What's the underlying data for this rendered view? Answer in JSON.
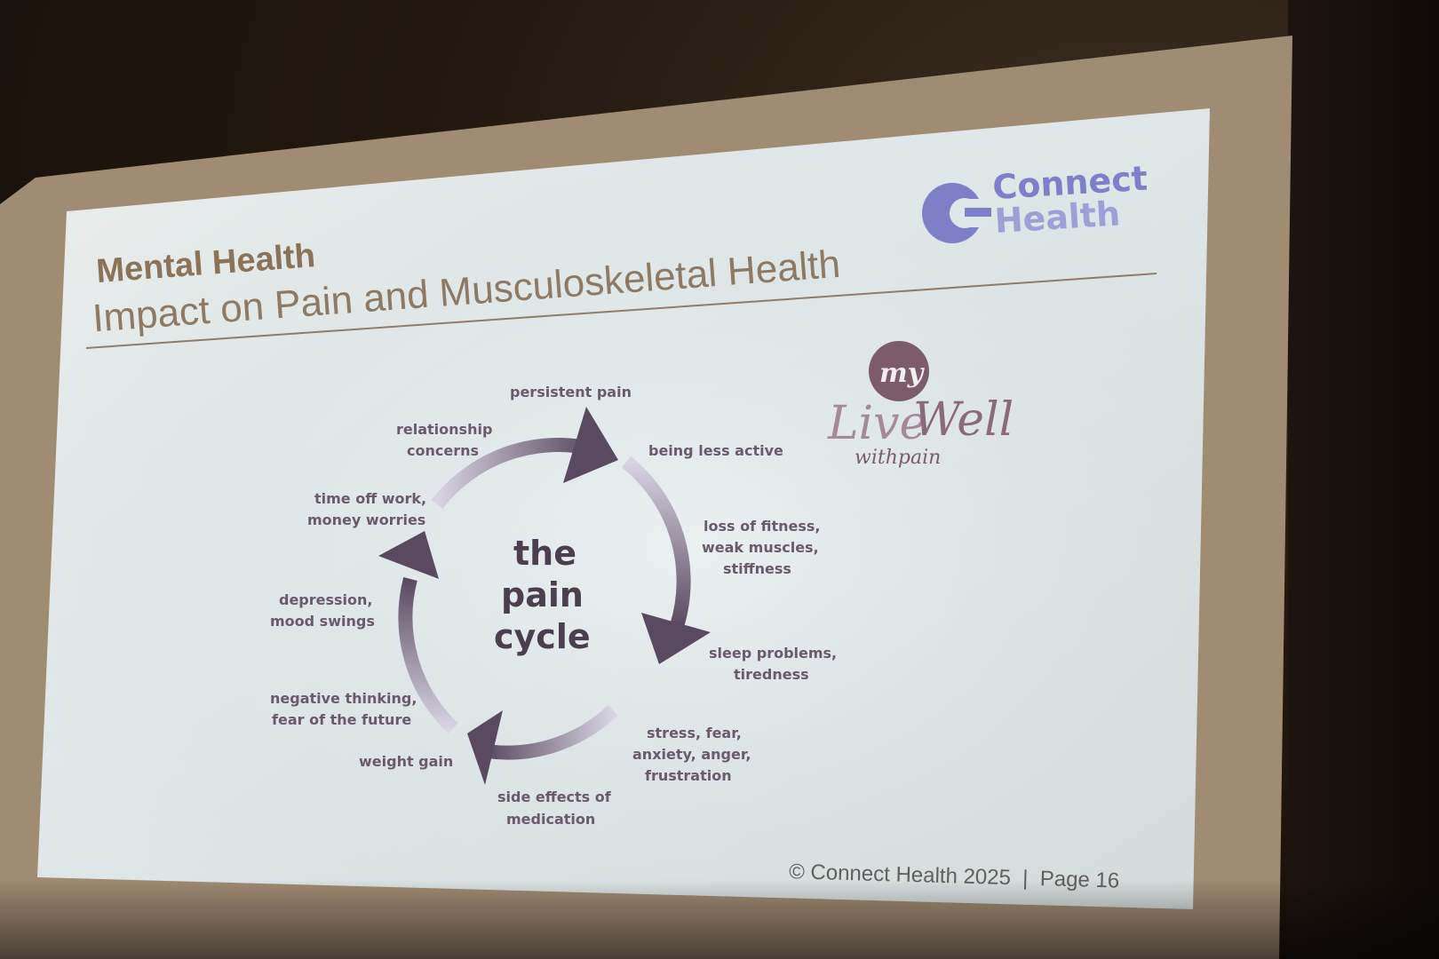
{
  "slide": {
    "title_line1": "Mental Health",
    "title_line2": "Impact on Pain and Musculoskeletal Health",
    "footer": "© Connect Health 2025  |  Page 16"
  },
  "logo": {
    "word1": "Connect",
    "word2": "Health",
    "color": "#7d80c9"
  },
  "livewell_logo": {
    "my": "my",
    "live": "Live",
    "well": "Well",
    "with_pain": "withpain",
    "color": "#7c5c6a"
  },
  "pain_cycle": {
    "center_line1": "the",
    "center_line2": "pain",
    "center_line3": "cycle",
    "labels": [
      {
        "line1": "persistent pain",
        "line2": ""
      },
      {
        "line1": "being less active",
        "line2": ""
      },
      {
        "line1": "loss of fitness,",
        "line2": "weak muscles,",
        "line3": "stiffness"
      },
      {
        "line1": "sleep problems,",
        "line2": "tiredness"
      },
      {
        "line1": "stress, fear,",
        "line2": "anxiety, anger,",
        "line3": "frustration"
      },
      {
        "line1": "side effects of",
        "line2": "medication"
      },
      {
        "line1": "weight gain",
        "line2": ""
      },
      {
        "line1": "negative thinking,",
        "line2": "fear of the future"
      },
      {
        "line1": "depression,",
        "line2": "mood swings"
      },
      {
        "line1": "time off work,",
        "line2": "money worries"
      },
      {
        "line1": "relationship",
        "line2": "concerns"
      }
    ],
    "arrow_color": "#5a4a5f"
  }
}
